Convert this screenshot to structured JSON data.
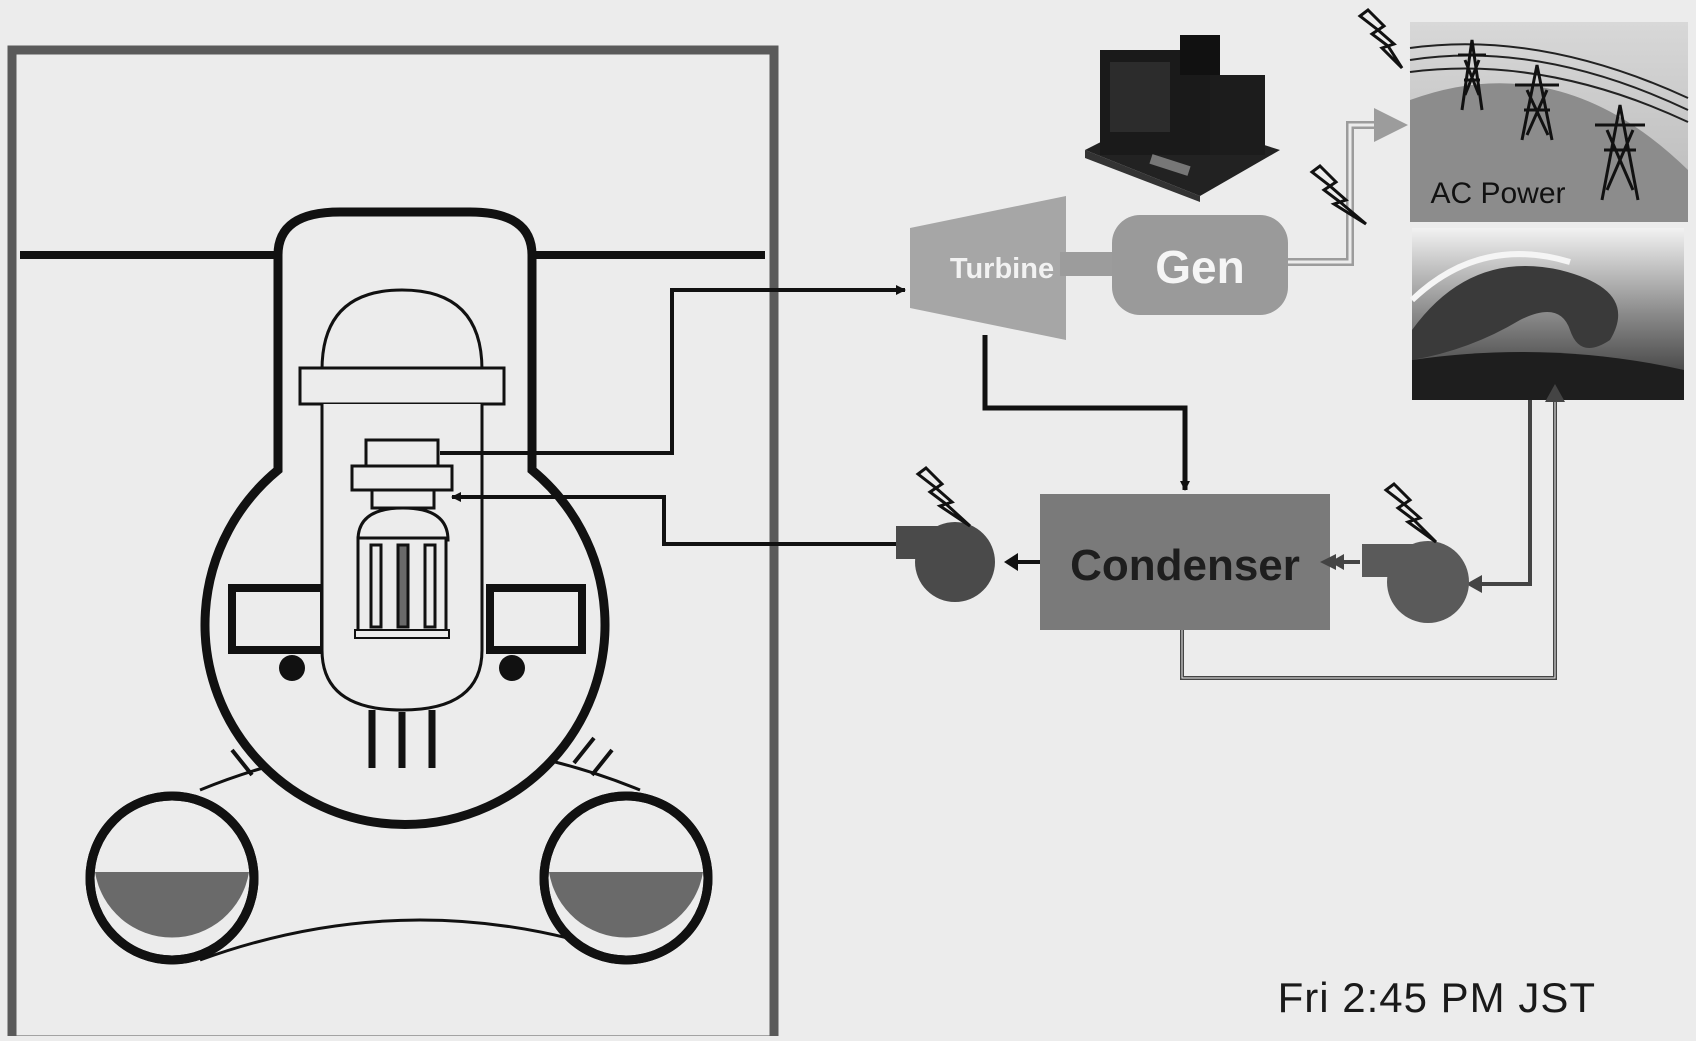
{
  "diagram": {
    "labels": {
      "turbine": "Turbine",
      "generator": "Gen",
      "condenser": "Condenser",
      "ac_power": "AC Power"
    },
    "timestamp": "Fri 2:45 PM JST",
    "colors": {
      "background": "#ececec",
      "line": "#111111",
      "building": "#5a5a5a",
      "turbine": "#a6a6a6",
      "generator": "#9a9a9a",
      "condenser": "#7a7a7a",
      "pump": "#4a4a4a",
      "water": "#6a6a6a",
      "pipe_light": "#9c9c9c"
    },
    "icons": [
      "lightning-bolt-icon",
      "diesel-generator-image",
      "power-transmission-tower-image",
      "tsunami-wave-image"
    ]
  }
}
